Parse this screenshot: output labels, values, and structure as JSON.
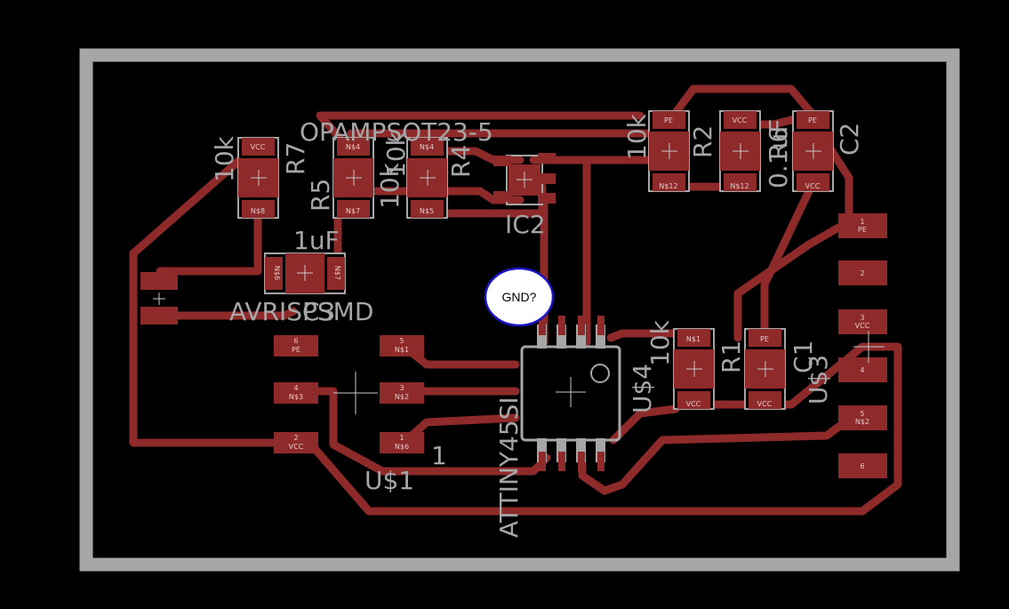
{
  "board": {
    "outline_color": "#a6a6a6",
    "trace_color": "#8e2a2a",
    "background": "#000000"
  },
  "labels": {
    "opamp": "OPAMPSOT23-5",
    "ic2": "IC2",
    "r7": "R7",
    "r7_val": "10k",
    "r5": "R5",
    "r5_val": "10k",
    "r4": "R4",
    "r4_val": "10k",
    "r2": "R2",
    "r2_val": "10k",
    "r6": "R6",
    "r6_val": "0.1uF",
    "c2": "C2",
    "c3_val": "1uF",
    "avrisp": "AVRISPSMD",
    "c3": "C3",
    "u1": "U$1",
    "u1_num": "1",
    "attiny": "ATTINY45SI",
    "u4": "U$4",
    "u4_val": "10k",
    "r1": "R1",
    "c1": "C1",
    "u3": "U$3",
    "gnd_note": "GND?"
  },
  "pads": {
    "vcc": "VCC",
    "pe": "PE",
    "n38": "N$8",
    "n34": "N$4",
    "n37": "N$7",
    "n35": "N$5",
    "n312": "N$12",
    "n36": "N$6",
    "n31": "N$1",
    "n32": "N$2",
    "n33": "N$3",
    "p1": "1",
    "p2": "2",
    "p3": "3",
    "p4": "4",
    "p5": "5",
    "p6": "6"
  }
}
